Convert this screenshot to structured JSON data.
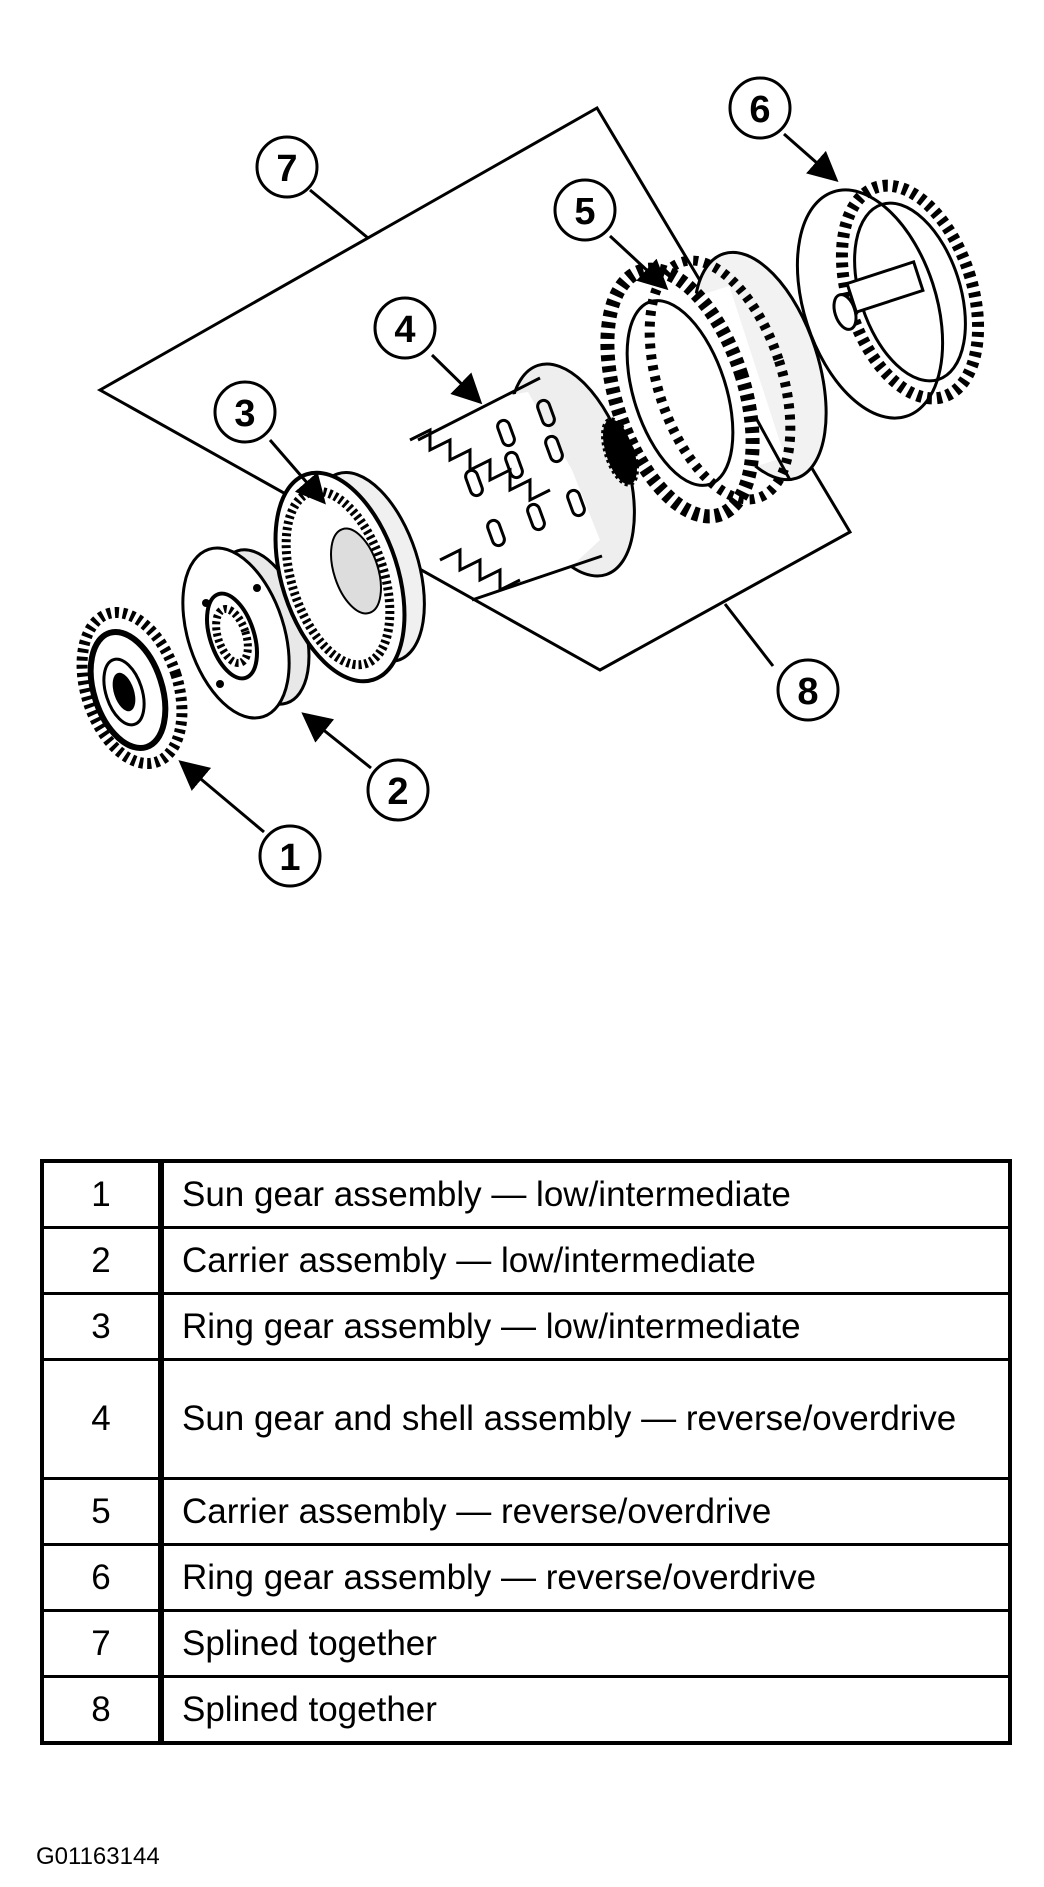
{
  "callouts": [
    "1",
    "2",
    "3",
    "4",
    "5",
    "6",
    "7",
    "8"
  ],
  "legend": [
    {
      "num": "1",
      "desc": "Sun gear assembly — low/intermediate"
    },
    {
      "num": "2",
      "desc": "Carrier assembly — low/intermediate"
    },
    {
      "num": "3",
      "desc": "Ring gear assembly — low/intermediate"
    },
    {
      "num": "4",
      "desc": "Sun gear and shell assembly — reverse/overdrive"
    },
    {
      "num": "5",
      "desc": "Carrier assembly — reverse/overdrive"
    },
    {
      "num": "6",
      "desc": "Ring gear assembly — reverse/overdrive"
    },
    {
      "num": "7",
      "desc": "Splined together"
    },
    {
      "num": "8",
      "desc": "Splined together"
    }
  ],
  "figure_id": "G01163144"
}
